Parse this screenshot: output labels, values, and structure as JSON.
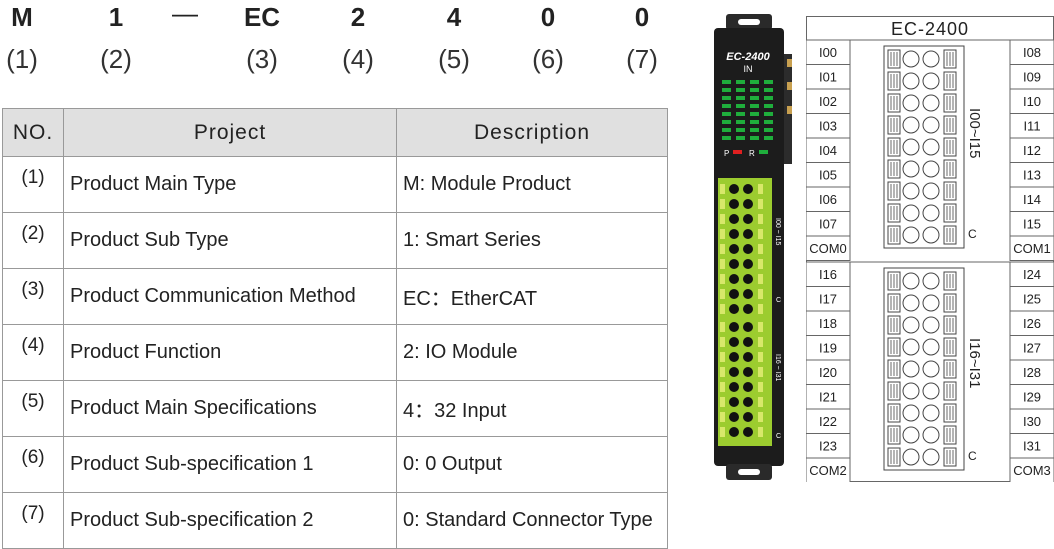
{
  "code": {
    "letters": [
      "M",
      "1",
      "—",
      "EC",
      "2",
      "4",
      "0",
      "0"
    ],
    "indices": [
      "(1)",
      "(2)",
      "",
      "(3)",
      "(4)",
      "(5)",
      "(6)",
      "(7)"
    ]
  },
  "table": {
    "headers": [
      "NO.",
      "Project",
      "Description"
    ],
    "rows": [
      {
        "no": "(1)",
        "project": "Product Main Type",
        "desc": "M: Module Product"
      },
      {
        "no": "(2)",
        "project": "Product Sub Type",
        "desc": "1: Smart Series"
      },
      {
        "no": "(3)",
        "project": "Product Communication Method",
        "desc": "EC：EtherCAT"
      },
      {
        "no": "(4)",
        "project": "Product Function",
        "desc": "2: IO Module"
      },
      {
        "no": "(5)",
        "project": "Product Main Specifications",
        "desc": "4：32 Input"
      },
      {
        "no": "(6)",
        "project": "Product Sub-specification 1",
        "desc": "0: 0 Output"
      },
      {
        "no": "(7)",
        "project": "Product Sub-specification 2",
        "desc": "0: Standard Connector Type"
      }
    ]
  },
  "module": {
    "model": "EC-2400",
    "in_label": "IN",
    "p_label": "P",
    "r_label": "R",
    "range_top": "I00 ~ I15",
    "range_bottom": "I16 ~ I31",
    "c_label": "C"
  },
  "terminal": {
    "title": "EC-2400",
    "top_left": [
      "I00",
      "I01",
      "I02",
      "I03",
      "I04",
      "I05",
      "I06",
      "I07",
      "COM0"
    ],
    "top_right": [
      "I08",
      "I09",
      "I10",
      "I11",
      "I12",
      "I13",
      "I14",
      "I15",
      "COM1"
    ],
    "bottom_left": [
      "I16",
      "I17",
      "I18",
      "I19",
      "I20",
      "I21",
      "I22",
      "I23",
      "COM2"
    ],
    "bottom_right": [
      "I24",
      "I25",
      "I26",
      "I27",
      "I28",
      "I29",
      "I30",
      "I31",
      "COM3"
    ],
    "range_top": "I00~I15",
    "range_bottom": "I16~I31",
    "c_label": "C"
  },
  "colors": {
    "module_body": "#1c1c1c",
    "terminal_green": "#9ccc2f",
    "led_green": "#1fae3c",
    "led_red": "#e02020",
    "header_gray": "#e0e0e0"
  }
}
